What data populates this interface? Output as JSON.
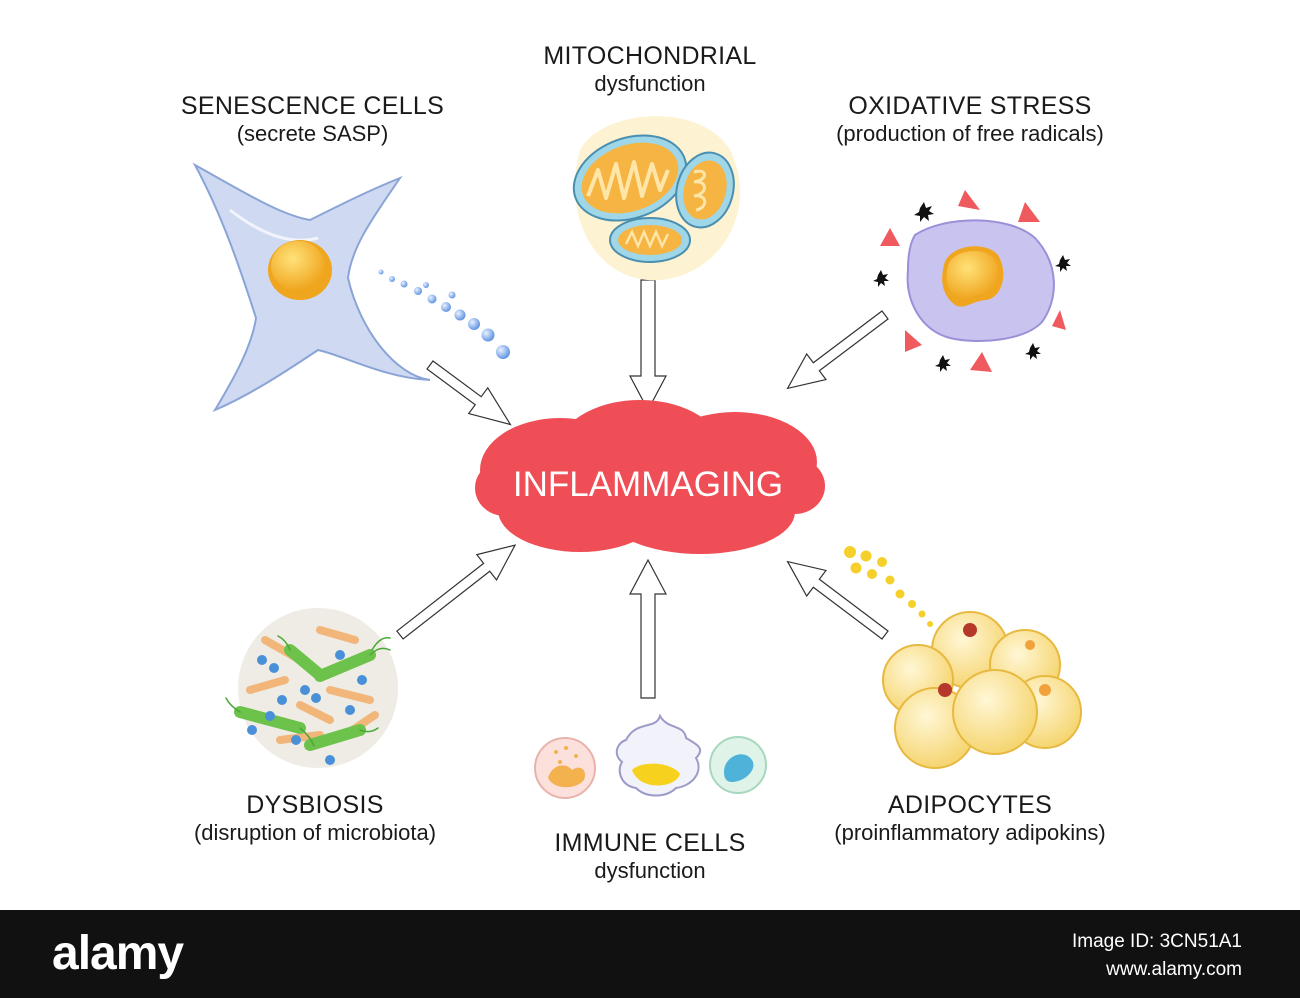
{
  "center": {
    "label": "INFLAMMAGING"
  },
  "nodes": {
    "senescence": {
      "title": "SENESCENCE CELLS",
      "subtitle": "(secrete SASP)"
    },
    "mitochondrial": {
      "title": "MITOCHONDRIAL",
      "subtitle": "dysfunction"
    },
    "oxidative": {
      "title": "OXIDATIVE STRESS",
      "subtitle": "(production of free radicals)"
    },
    "dysbiosis": {
      "title": "DYSBIOSIS",
      "subtitle": "(disruption of microbiota)"
    },
    "immune": {
      "title": "IMMUNE CELLS",
      "subtitle": "dysfunction"
    },
    "adipocytes": {
      "title": "ADIPOCYTES",
      "subtitle": "(proinflammatory adipokins)"
    }
  },
  "colors": {
    "cloud": "#f04e56",
    "cell_membrane": "#c9d6f0",
    "nucleus": "#f7b733",
    "radical_triangle": "#ef5a5f",
    "adipocyte": "#fbe7a6",
    "bacteria_green": "#6cc24a",
    "bacteria_orange": "#f2b67a"
  },
  "footer": {
    "logo": "alamy",
    "image_id": "Image ID: 3CN51A1",
    "site": "www.alamy.com"
  }
}
